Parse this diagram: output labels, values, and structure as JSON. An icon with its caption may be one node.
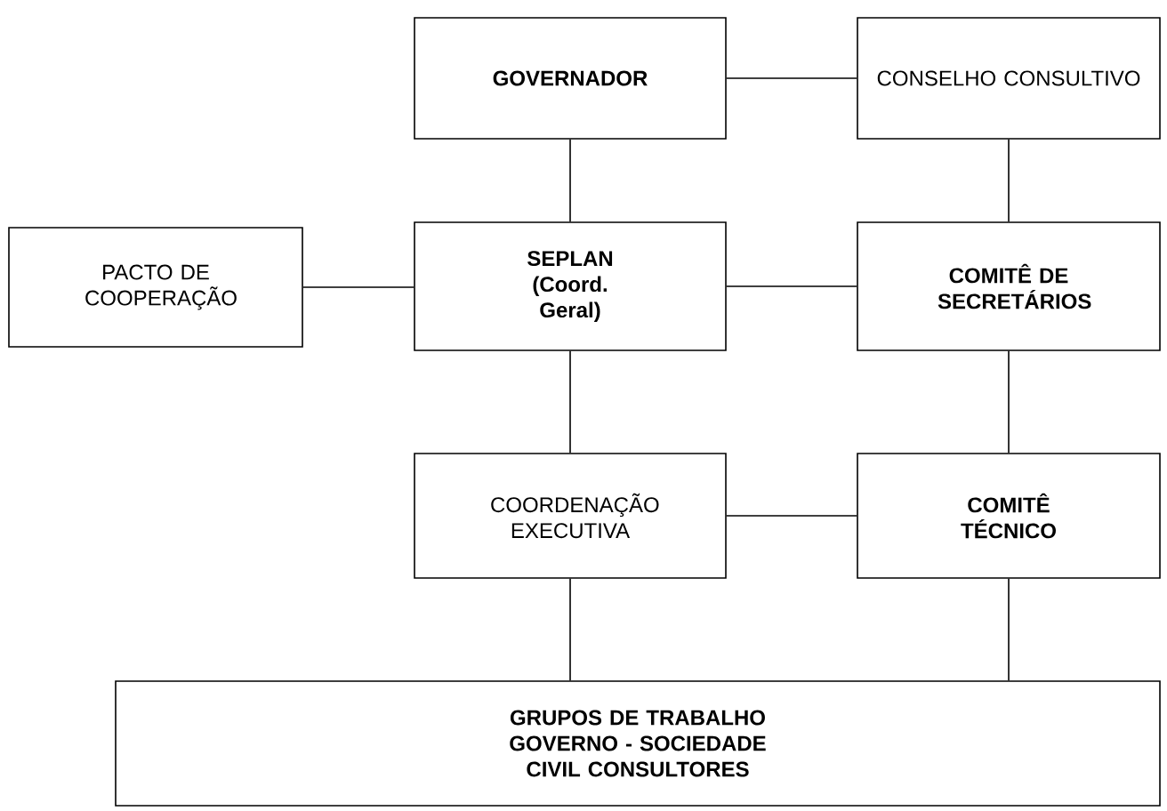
{
  "diagram": {
    "nodes": [
      {
        "text": [
          "GOVERNADOR"
        ]
      },
      {
        "text": [
          "CONSELHO CONSULTIVO"
        ]
      },
      {
        "text": [
          "PACTO DE COOPERAÇÃO"
        ]
      },
      {
        "text": [
          "SEPLAN (Coord. Geral)"
        ]
      },
      {
        "text": [
          "COMITÊ DE SECRETÁRIOS"
        ]
      },
      {
        "text": [
          "COORDENAÇÃO EXECUTIVA"
        ]
      },
      {
        "text": [
          "COMITÊ TÉCNICO"
        ]
      },
      {
        "text": [
          "GRUPOS DE TRABALHO GOVERNO - SOCIEDADE CIVIL CONSULTORES"
        ]
      }
    ],
    "edges": [
      {
        "from": 0,
        "to": 1,
        "arrow": "none"
      },
      {
        "from": 0,
        "to": 3,
        "arrow": "none"
      },
      {
        "from": 1,
        "to": 4,
        "arrow": "none"
      },
      {
        "from": 2,
        "to": 3,
        "arrow": "none"
      },
      {
        "from": 3,
        "to": 4,
        "arrow": "none"
      },
      {
        "from": 3,
        "to": 5,
        "arrow": "none"
      },
      {
        "from": 5,
        "to": 6,
        "arrow": "none"
      },
      {
        "from": 4,
        "to": 6,
        "arrow": "none"
      },
      {
        "from": 5,
        "to": 7,
        "arrow": "none"
      },
      {
        "from": 6,
        "to": 7,
        "arrow": "none"
      }
    ]
  }
}
